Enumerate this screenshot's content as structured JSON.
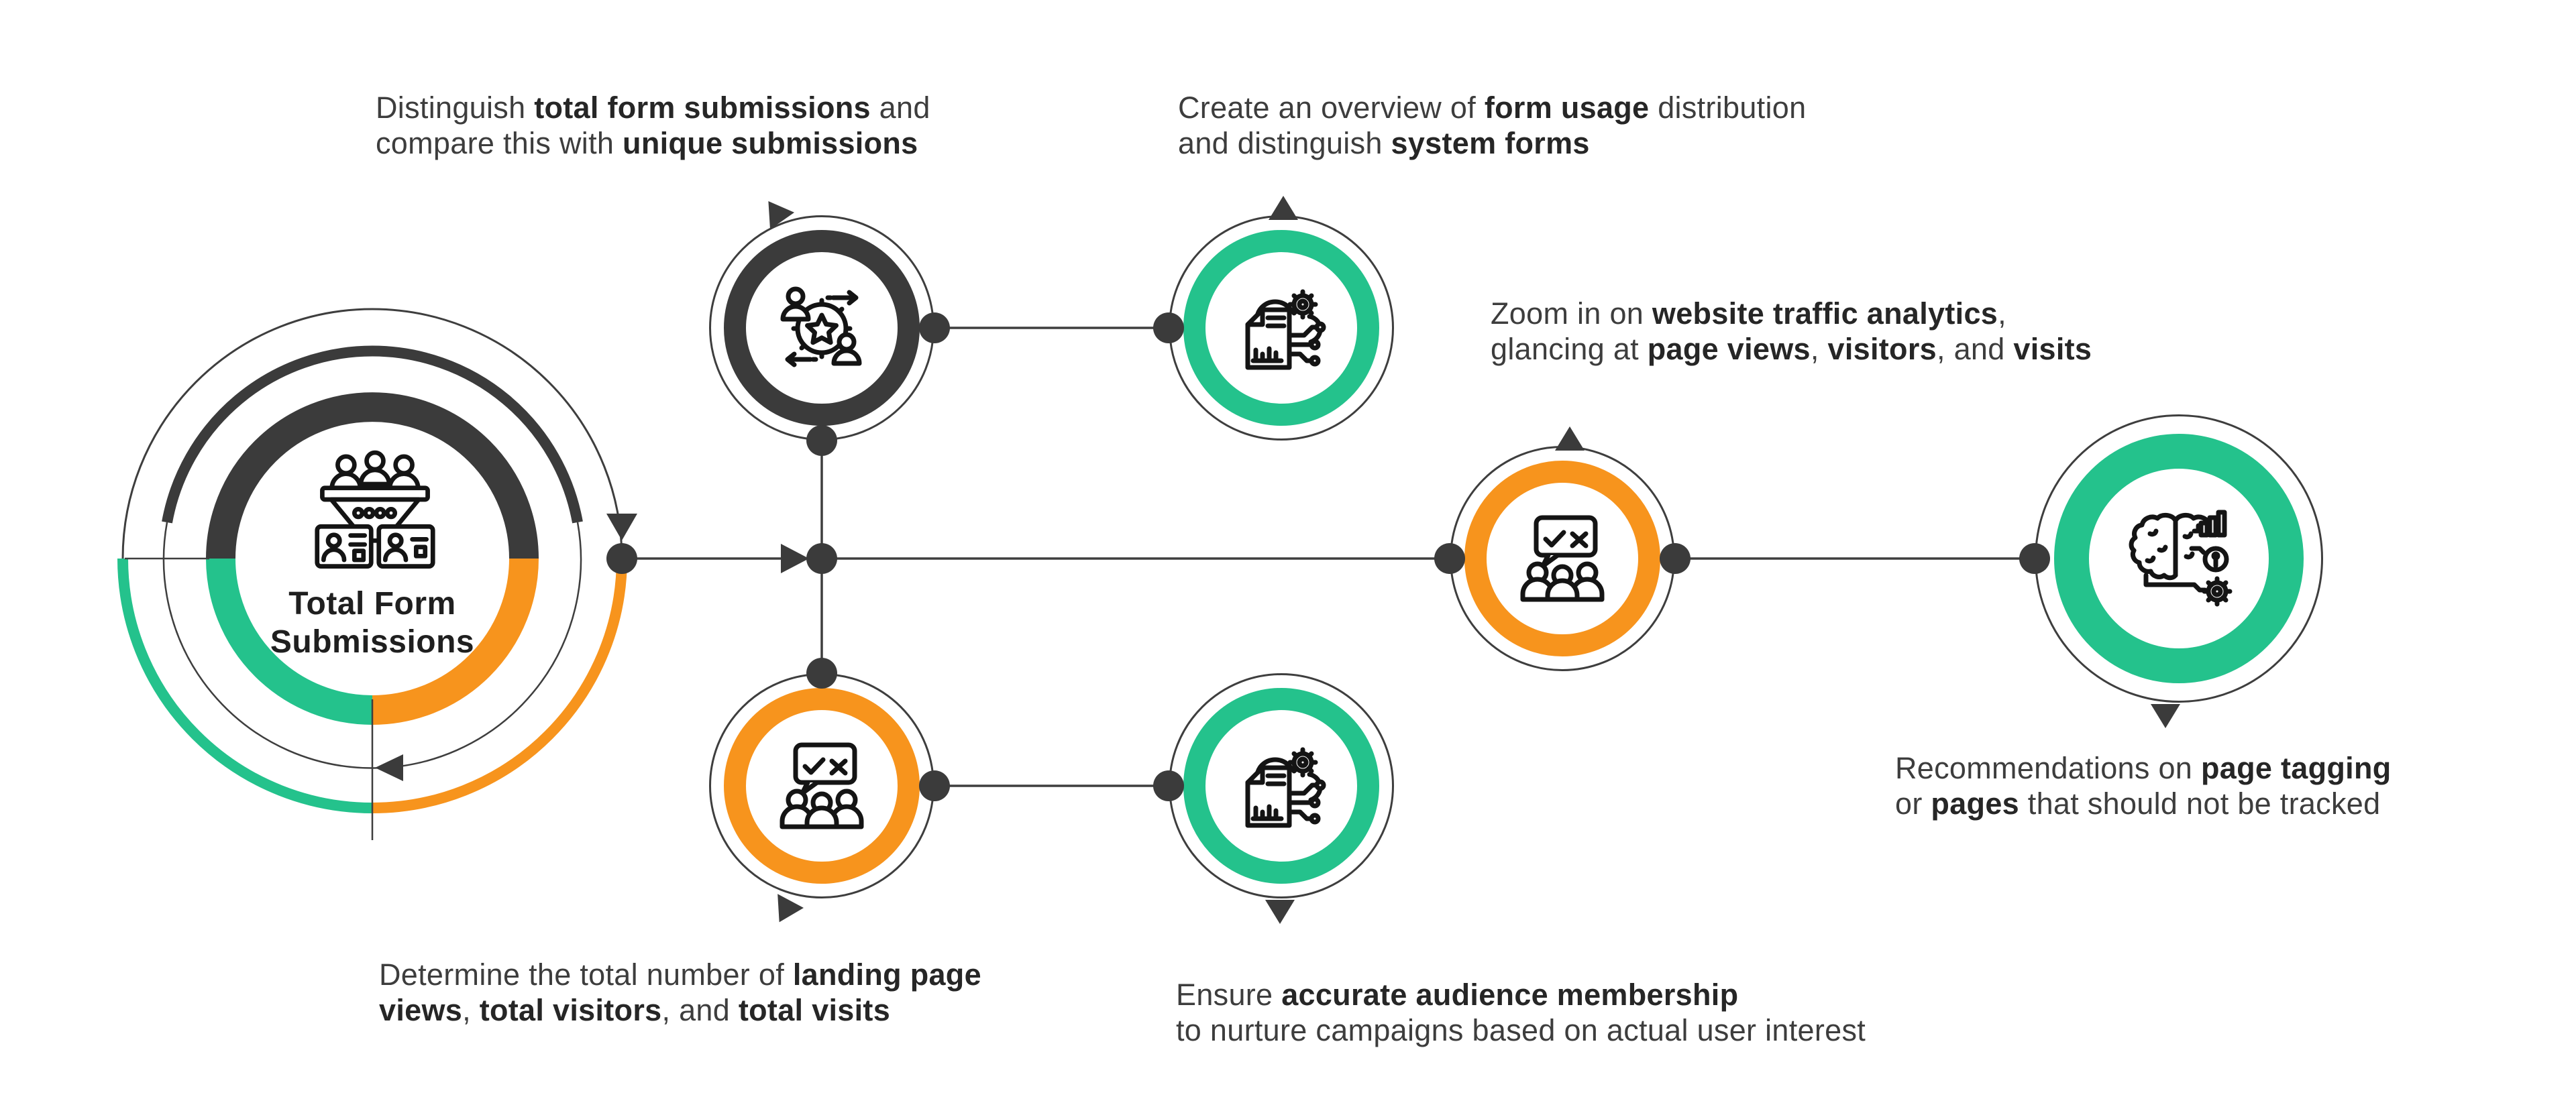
{
  "colors": {
    "green": "#24C28C",
    "orange": "#F7941D",
    "dark": "#3B3B3B",
    "line": "#3E3E3E",
    "ink": "#141414",
    "text": "#3D3D3D",
    "text_bold": "#262626"
  },
  "center": {
    "label_lines": [
      "Total Form",
      "Submissions"
    ],
    "icon": "audience-funnel-leads-icon"
  },
  "nodes": [
    {
      "id": "unique-submissions",
      "color": "dark",
      "icon": "people-sync-star-gear-icon"
    },
    {
      "id": "form-usage",
      "color": "green",
      "icon": "document-cloud-gear-circuit-icon"
    },
    {
      "id": "website-traffic",
      "color": "orange",
      "icon": "audience-feedback-check-cross-icon"
    },
    {
      "id": "recommendations",
      "color": "green",
      "icon": "brain-analytics-idea-gear-icon"
    },
    {
      "id": "landing-page-views",
      "color": "orange",
      "icon": "audience-feedback-check-cross-icon"
    },
    {
      "id": "audience-membership",
      "color": "green",
      "icon": "document-cloud-gear-circuit-icon"
    }
  ],
  "annotations": [
    {
      "node_id": "unique-submissions",
      "lines": [
        [
          {
            "t": "Distinguish "
          },
          {
            "t": "total form submissions",
            "b": true
          },
          {
            "t": " and"
          }
        ],
        [
          {
            "t": "compare this with "
          },
          {
            "t": "unique submissions",
            "b": true
          }
        ]
      ]
    },
    {
      "node_id": "form-usage",
      "lines": [
        [
          {
            "t": "Create an overview of "
          },
          {
            "t": "form usage",
            "b": true
          },
          {
            "t": " distribution"
          }
        ],
        [
          {
            "t": "and distinguish "
          },
          {
            "t": "system forms",
            "b": true
          }
        ]
      ]
    },
    {
      "node_id": "website-traffic",
      "lines": [
        [
          {
            "t": "Zoom in on "
          },
          {
            "t": "website traffic analytics",
            "b": true
          },
          {
            "t": ","
          }
        ],
        [
          {
            "t": "glancing at "
          },
          {
            "t": "page views",
            "b": true
          },
          {
            "t": ", "
          },
          {
            "t": "visitors",
            "b": true
          },
          {
            "t": ", and "
          },
          {
            "t": "visits",
            "b": true
          }
        ]
      ]
    },
    {
      "node_id": "recommendations",
      "lines": [
        [
          {
            "t": "Recommendations on "
          },
          {
            "t": "page tagging",
            "b": true
          }
        ],
        [
          {
            "t": "or "
          },
          {
            "t": "pages",
            "b": true
          },
          {
            "t": " that should not be tracked"
          }
        ]
      ]
    },
    {
      "node_id": "landing-page-views",
      "lines": [
        [
          {
            "t": "Determine the total number of "
          },
          {
            "t": "landing page",
            "b": true
          }
        ],
        [
          {
            "t": "views",
            "b": true
          },
          {
            "t": ", "
          },
          {
            "t": "total visitors",
            "b": true
          },
          {
            "t": ", and "
          },
          {
            "t": "total visits",
            "b": true
          }
        ]
      ]
    },
    {
      "node_id": "audience-membership",
      "lines": [
        [
          {
            "t": "Ensure "
          },
          {
            "t": "accurate audience membership",
            "b": true
          }
        ],
        [
          {
            "t": "to nurture campaigns based on actual user interest"
          }
        ]
      ]
    }
  ]
}
